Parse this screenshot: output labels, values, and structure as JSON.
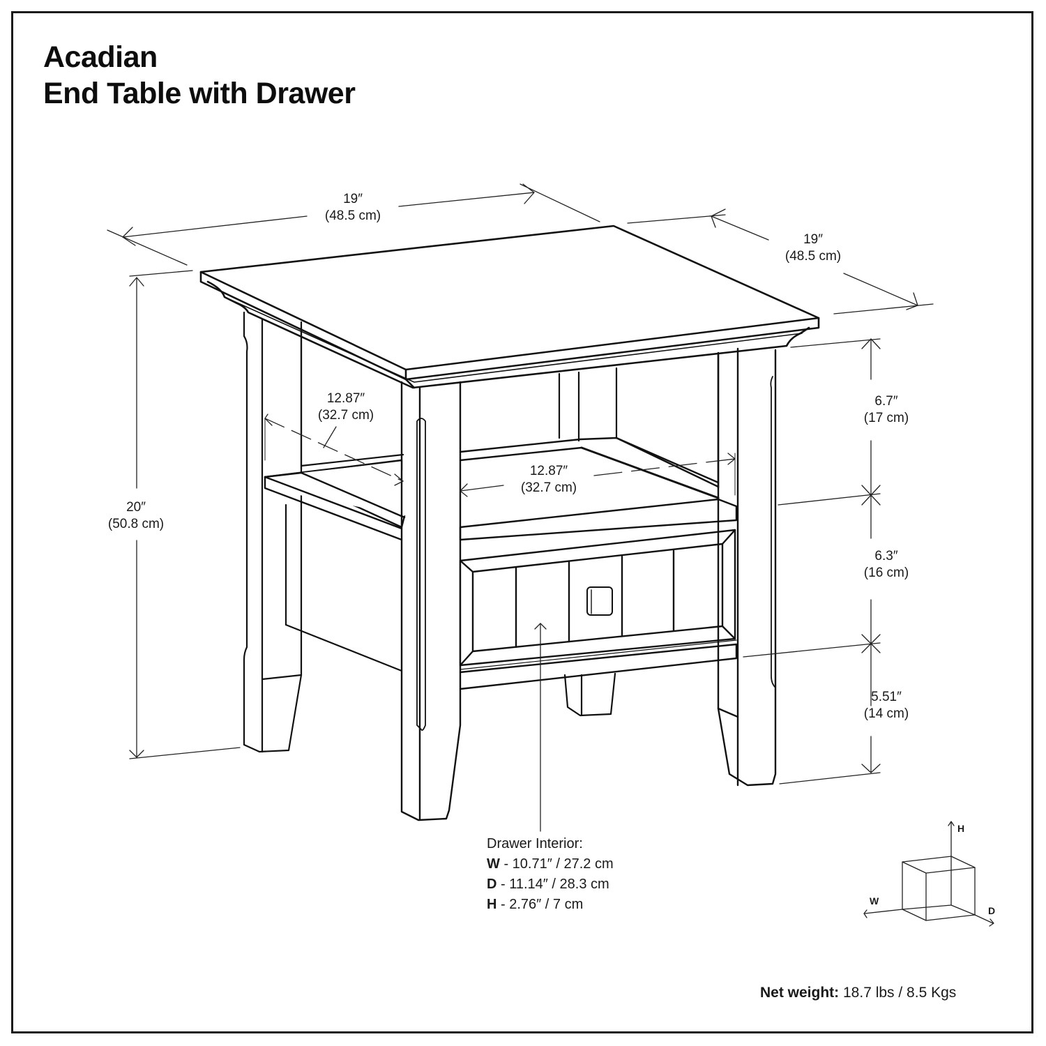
{
  "title": {
    "line1": "Acadian",
    "line2": "End Table with Drawer"
  },
  "dimensions": {
    "width": {
      "inches": "19″",
      "cm": "(48.5 cm)"
    },
    "depth": {
      "inches": "19″",
      "cm": "(48.5 cm)"
    },
    "height": {
      "inches": "20″",
      "cm": "(50.8 cm)"
    },
    "shelf_depth": {
      "inches": "12.87″",
      "cm": "(32.7 cm)"
    },
    "shelf_width": {
      "inches": "12.87″",
      "cm": "(32.7 cm)"
    },
    "open_shelf_height": {
      "inches": "6.7″",
      "cm": "(17 cm)"
    },
    "drawer_section_height": {
      "inches": "6.3″",
      "cm": "(16 cm)"
    },
    "leg_clearance": {
      "inches": "5.51″",
      "cm": "(14 cm)"
    }
  },
  "drawer_interior": {
    "heading": "Drawer Interior:",
    "rows": [
      {
        "key": "W",
        "value": " - 10.71″ / 27.2 cm"
      },
      {
        "key": "D",
        "value": " - 11.14″ / 28.3 cm"
      },
      {
        "key": "H",
        "value": " - 2.76″ / 7 cm"
      }
    ]
  },
  "axis_legend": {
    "h": "H",
    "w": "W",
    "d": "D"
  },
  "net_weight": {
    "label": "Net weight:",
    "value": " 18.7 lbs / 8.5 Kgs"
  },
  "colors": {
    "line": "#111111",
    "frame": "#1a1a1a",
    "background": "#ffffff"
  }
}
